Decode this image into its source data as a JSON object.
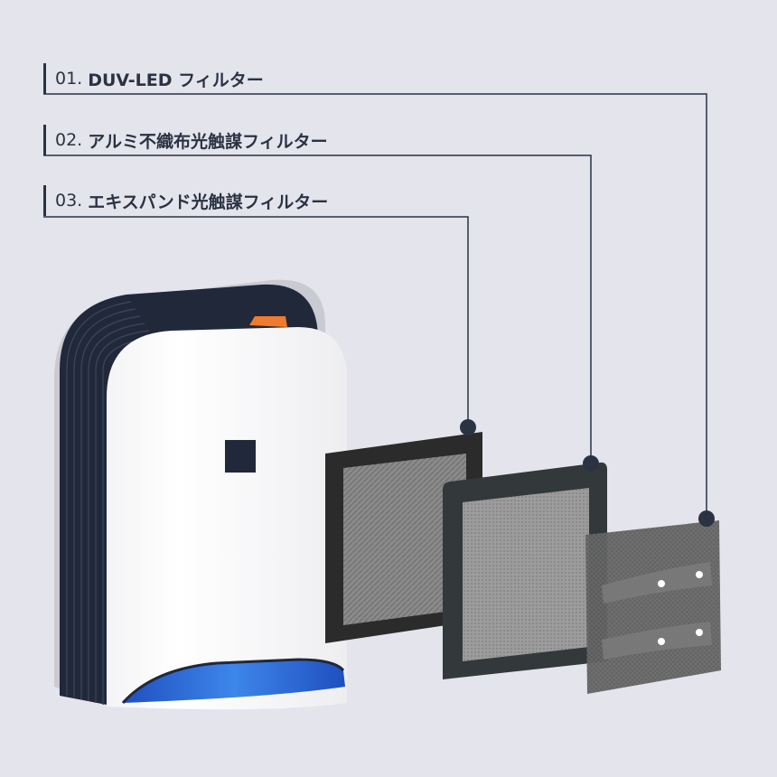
{
  "filters": [
    {
      "number": "01.",
      "name": "DUV-LED フィルター"
    },
    {
      "number": "02.",
      "name": "アルミ不織布光触謀フィルター"
    },
    {
      "number": "03.",
      "name": "エキスパンド光触謀フィルター"
    }
  ],
  "colors": {
    "background": "#e3e4ec",
    "text": "#2b3242",
    "device_body": "#ffffff",
    "device_back": "#20283a",
    "accent_orange": "#f07a2e",
    "led_blue": "#2e6fe0",
    "filter_frame": "#2b2b2b"
  }
}
